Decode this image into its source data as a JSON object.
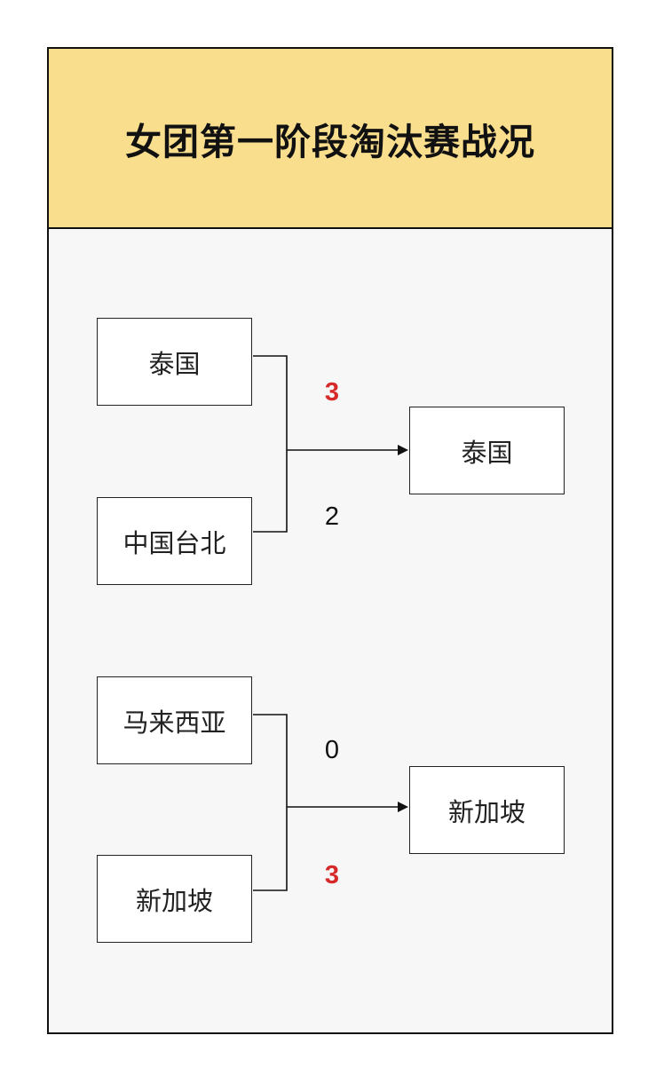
{
  "title": "女团第一阶段淘汰赛战况",
  "colors": {
    "header_bg": "#f9de8e",
    "panel_bg": "#f7f7f8",
    "winner_score": "#d62a2a",
    "loser_score": "#111111"
  },
  "matches": [
    {
      "team_a": "泰国",
      "team_b": "中国台北",
      "score_a": "3",
      "score_b": "2",
      "winner": "泰国"
    },
    {
      "team_a": "马来西亚",
      "team_b": "新加坡",
      "score_a": "0",
      "score_b": "3",
      "winner": "新加坡"
    }
  ]
}
